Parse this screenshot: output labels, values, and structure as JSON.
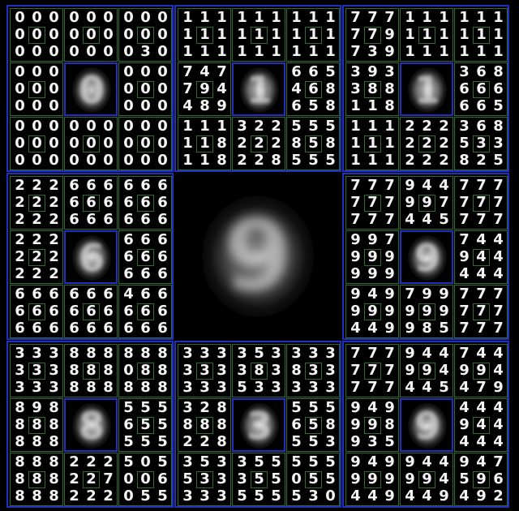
{
  "colors": {
    "background": "#000000",
    "block_border": "#1f2fbf",
    "cell_border": "#2e6b2e",
    "digit": "#f4f4f4"
  },
  "center_mean_digit": "9",
  "blocks": [
    {
      "id": "top-left",
      "center": "0",
      "subs": [
        {
          "rows": [
            "000",
            "000",
            "000"
          ]
        },
        {
          "rows": [
            "000",
            "000",
            "000"
          ]
        },
        {
          "rows": [
            "000",
            "000",
            "030"
          ]
        },
        {
          "rows": [
            "000",
            "000",
            "000"
          ]
        },
        null,
        {
          "rows": [
            "000",
            "000",
            "000"
          ]
        },
        {
          "rows": [
            "000",
            "000",
            "000"
          ]
        },
        {
          "rows": [
            "000",
            "000",
            "000"
          ]
        },
        {
          "rows": [
            "000",
            "000",
            "000"
          ]
        }
      ]
    },
    {
      "id": "top-middle",
      "center": "1",
      "subs": [
        {
          "rows": [
            "111",
            "111",
            "111"
          ]
        },
        {
          "rows": [
            "111",
            "111",
            "111"
          ]
        },
        {
          "rows": [
            "111",
            "111",
            "111"
          ]
        },
        {
          "rows": [
            "747",
            "794",
            "489"
          ]
        },
        null,
        {
          "rows": [
            "665",
            "468",
            "658"
          ]
        },
        {
          "rows": [
            "111",
            "118",
            "118"
          ]
        },
        {
          "rows": [
            "322",
            "222",
            "228"
          ]
        },
        {
          "rows": [
            "555",
            "858",
            "555"
          ]
        }
      ]
    },
    {
      "id": "top-right",
      "center": "1",
      "subs": [
        {
          "rows": [
            "777",
            "779",
            "739"
          ]
        },
        {
          "rows": [
            "111",
            "111",
            "111"
          ]
        },
        {
          "rows": [
            "111",
            "111",
            "111"
          ]
        },
        {
          "rows": [
            "393",
            "388",
            "118"
          ]
        },
        null,
        {
          "rows": [
            "368",
            "666",
            "665"
          ]
        },
        {
          "rows": [
            "111",
            "111",
            "111"
          ]
        },
        {
          "rows": [
            "222",
            "222",
            "222"
          ]
        },
        {
          "rows": [
            "368",
            "533",
            "825"
          ]
        }
      ]
    },
    {
      "id": "middle-left",
      "center": "6",
      "subs": [
        {
          "rows": [
            "222",
            "222",
            "222"
          ]
        },
        {
          "rows": [
            "666",
            "666",
            "666"
          ]
        },
        {
          "rows": [
            "666",
            "666",
            "666"
          ]
        },
        {
          "rows": [
            "222",
            "222",
            "222"
          ]
        },
        null,
        {
          "rows": [
            "666",
            "666",
            "666"
          ]
        },
        {
          "rows": [
            "666",
            "666",
            "666"
          ]
        },
        {
          "rows": [
            "666",
            "666",
            "666"
          ]
        },
        {
          "rows": [
            "466",
            "666",
            "666"
          ]
        }
      ]
    },
    null,
    {
      "id": "middle-right",
      "center": "9",
      "subs": [
        {
          "rows": [
            "777",
            "777",
            "777"
          ]
        },
        {
          "rows": [
            "944",
            "997",
            "445"
          ]
        },
        {
          "rows": [
            "777",
            "777",
            "777"
          ]
        },
        {
          "rows": [
            "997",
            "999",
            "999"
          ]
        },
        null,
        {
          "rows": [
            "744",
            "944",
            "444"
          ]
        },
        {
          "rows": [
            "949",
            "999",
            "449"
          ]
        },
        {
          "rows": [
            "799",
            "999",
            "985"
          ]
        },
        {
          "rows": [
            "777",
            "777",
            "777"
          ]
        }
      ]
    },
    {
      "id": "bottom-left",
      "center": "8",
      "subs": [
        {
          "rows": [
            "333",
            "333",
            "333"
          ]
        },
        {
          "rows": [
            "888",
            "888",
            "888"
          ]
        },
        {
          "rows": [
            "888",
            "088",
            "888"
          ]
        },
        {
          "rows": [
            "898",
            "888",
            "888"
          ]
        },
        null,
        {
          "rows": [
            "555",
            "655",
            "555"
          ]
        },
        {
          "rows": [
            "888",
            "888",
            "888"
          ]
        },
        {
          "rows": [
            "222",
            "227",
            "222"
          ]
        },
        {
          "rows": [
            "505",
            "006",
            "055"
          ]
        }
      ]
    },
    {
      "id": "bottom-middle",
      "center": "3",
      "subs": [
        {
          "rows": [
            "333",
            "333",
            "333"
          ]
        },
        {
          "rows": [
            "353",
            "383",
            "533"
          ]
        },
        {
          "rows": [
            "333",
            "833",
            "333"
          ]
        },
        {
          "rows": [
            "328",
            "888",
            "228"
          ]
        },
        null,
        {
          "rows": [
            "555",
            "658",
            "553"
          ]
        },
        {
          "rows": [
            "353",
            "533",
            "333"
          ]
        },
        {
          "rows": [
            "355",
            "355",
            "555"
          ]
        },
        {
          "rows": [
            "555",
            "055",
            "530"
          ]
        }
      ]
    },
    {
      "id": "bottom-right",
      "center": "9",
      "subs": [
        {
          "rows": [
            "777",
            "777",
            "777"
          ]
        },
        {
          "rows": [
            "944",
            "994",
            "445"
          ]
        },
        {
          "rows": [
            "744",
            "994",
            "479"
          ]
        },
        {
          "rows": [
            "949",
            "998",
            "935"
          ]
        },
        null,
        {
          "rows": [
            "444",
            "944",
            "444"
          ]
        },
        {
          "rows": [
            "949",
            "999",
            "449"
          ]
        },
        {
          "rows": [
            "944",
            "994",
            "449"
          ]
        },
        {
          "rows": [
            "947",
            "596",
            "492"
          ]
        }
      ]
    }
  ]
}
